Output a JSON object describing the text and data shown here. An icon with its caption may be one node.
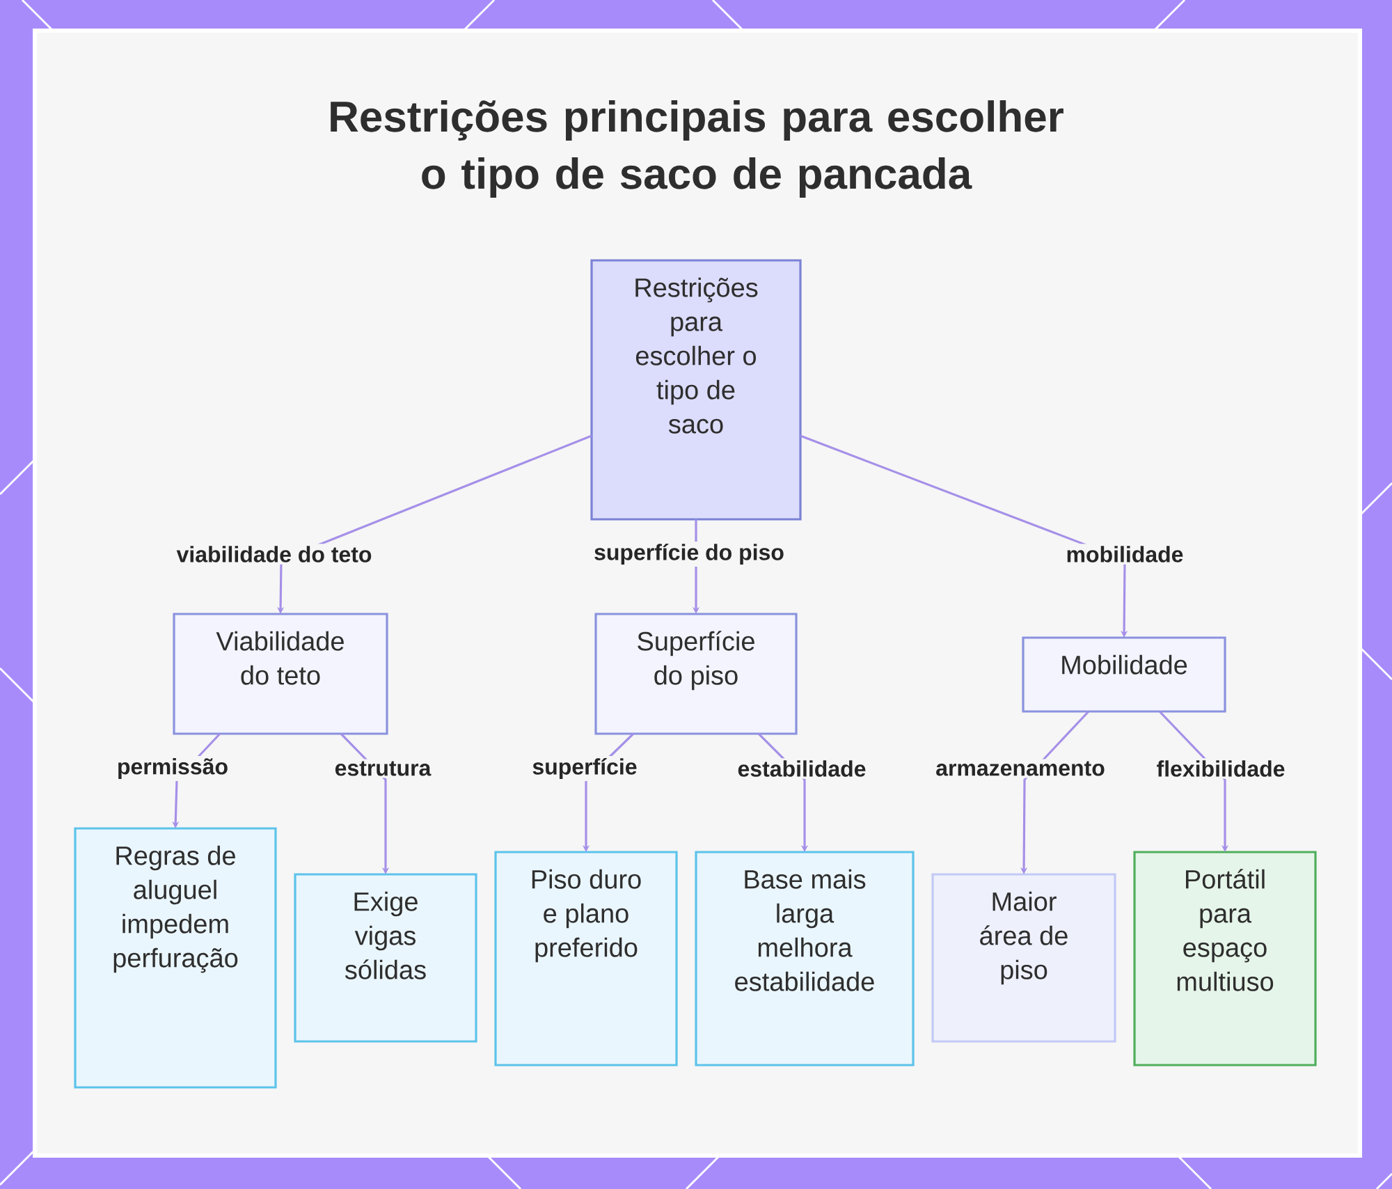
{
  "diagram": {
    "title": "Restrições principais para escolher o tipo de saco de pancada",
    "nodes": [
      {
        "text": [
          "Restrições para escolher o tipo de saco"
        ]
      },
      {
        "text": [
          "Viabilidade do teto"
        ]
      },
      {
        "text": [
          "Superfície do piso"
        ]
      },
      {
        "text": [
          "Mobilidade"
        ]
      },
      {
        "text": [
          "Regras de aluguel impedem perfuração"
        ]
      },
      {
        "text": [
          "Exige vigas sólidas"
        ]
      },
      {
        "text": [
          "Piso duro e plano preferido"
        ]
      },
      {
        "text": [
          "Base mais larga melhora estabilidade"
        ]
      },
      {
        "text": [
          "Maior área de piso"
        ]
      },
      {
        "text": [
          "Portátil para espaço multiuso"
        ]
      }
    ],
    "edges": [
      {
        "from": 0,
        "to": 1,
        "arrow": "to",
        "label": "viabilidade do teto"
      },
      {
        "from": 0,
        "to": 2,
        "arrow": "to",
        "label": "superfície do piso"
      },
      {
        "from": 0,
        "to": 3,
        "arrow": "to",
        "label": "mobilidade"
      },
      {
        "from": 1,
        "to": 4,
        "arrow": "to",
        "label": "permissão"
      },
      {
        "from": 1,
        "to": 5,
        "arrow": "to",
        "label": "estrutura"
      },
      {
        "from": 2,
        "to": 6,
        "arrow": "to",
        "label": "superfície"
      },
      {
        "from": 2,
        "to": 7,
        "arrow": "to",
        "label": "estabilidade"
      },
      {
        "from": 3,
        "to": 8,
        "arrow": "to",
        "label": "armazenamento"
      },
      {
        "from": 3,
        "to": 9,
        "arrow": "to",
        "label": "flexibilidade"
      }
    ]
  }
}
